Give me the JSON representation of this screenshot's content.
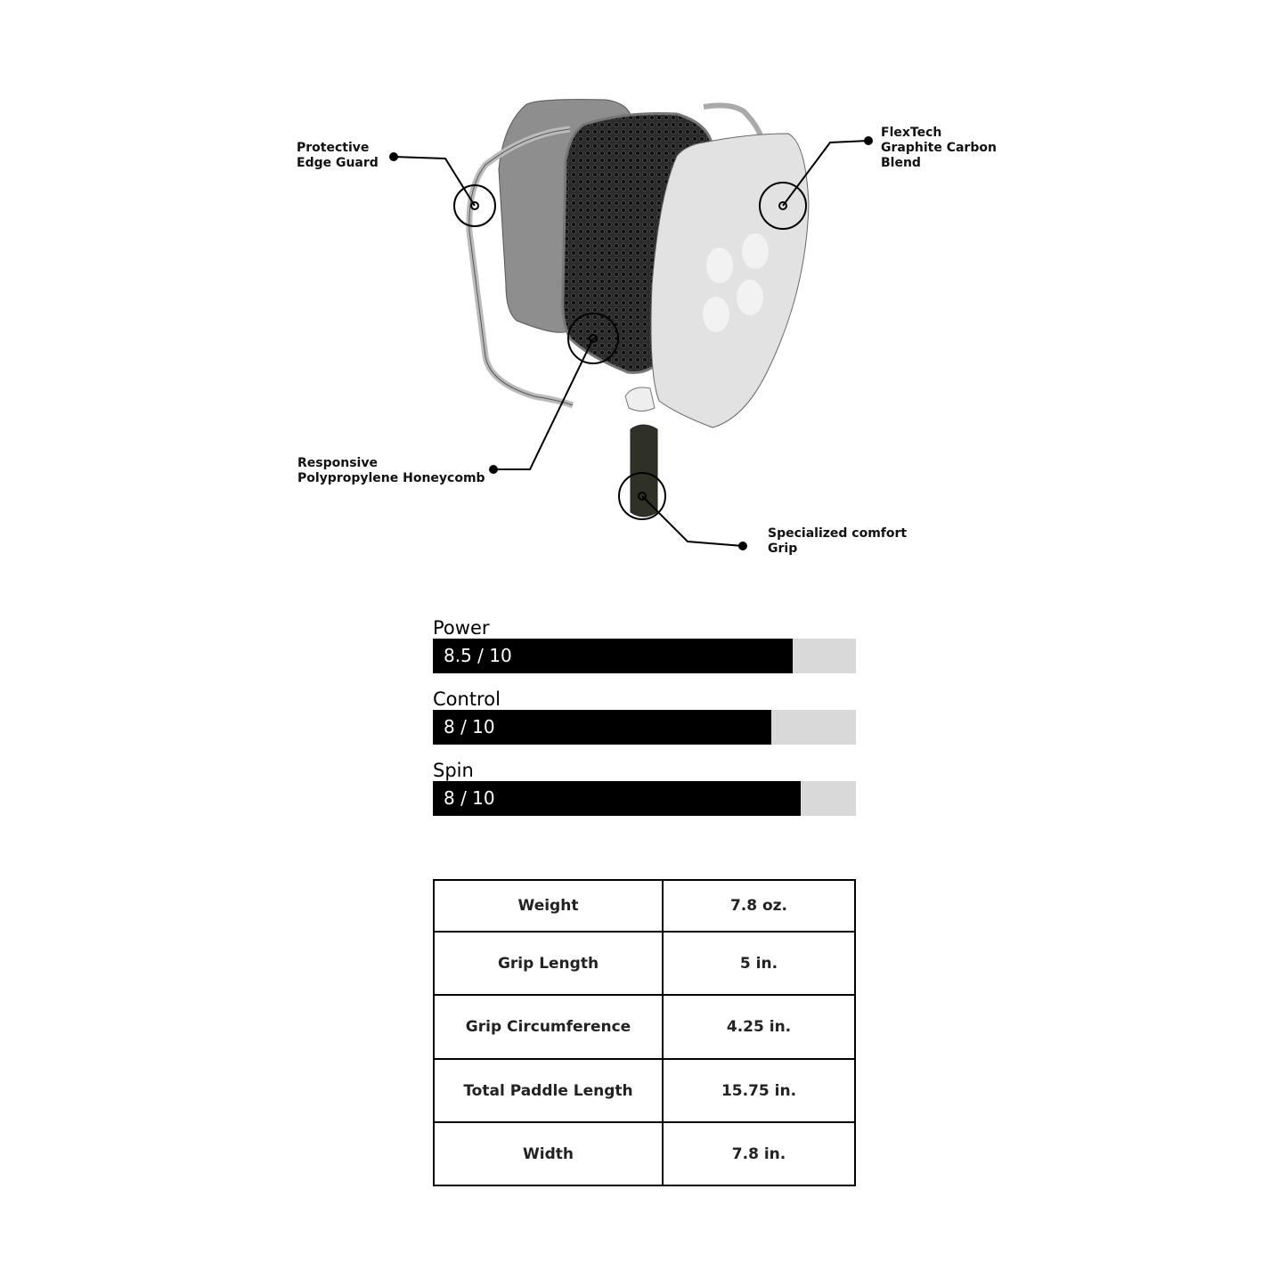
{
  "callouts": {
    "edge_guard": "Protective\nEdge Guard",
    "face": "FlexTech\nGraphite Carbon\nBlend",
    "core": "Responsive\nPolypropylene Honeycomb",
    "grip": "Specialized comfort\nGrip"
  },
  "ratings": [
    {
      "label": "Power",
      "value_text": "8.5 / 10",
      "fill": 0.85
    },
    {
      "label": "Control",
      "value_text": "8 / 10",
      "fill": 0.8
    },
    {
      "label": "Spin",
      "value_text": "8 / 10",
      "fill": 0.87
    }
  ],
  "specs": [
    {
      "key": "Weight",
      "value": "7.8 oz."
    },
    {
      "key": "Grip Length",
      "value": "5 in."
    },
    {
      "key": "Grip Circumference",
      "value": "4.25 in."
    },
    {
      "key": "Total Paddle Length",
      "value": "15.75 in."
    },
    {
      "key": "Width",
      "value": "7.8 in."
    }
  ],
  "colors": {
    "bar_fill": "#000000",
    "bar_track": "#d9d9d9"
  }
}
